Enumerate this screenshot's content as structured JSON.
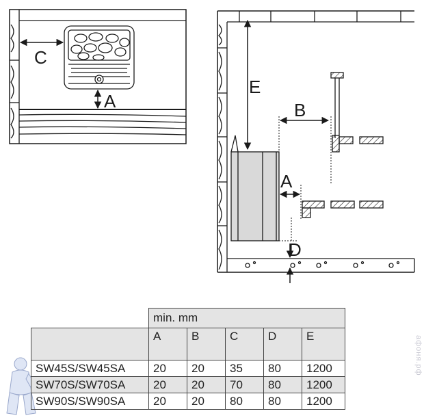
{
  "diagram": {
    "labels": {
      "A": "A",
      "B": "B",
      "C": "C",
      "D": "D",
      "E": "E"
    }
  },
  "table": {
    "unit_header": "min. mm",
    "columns": [
      "A",
      "B",
      "C",
      "D",
      "E"
    ],
    "rows": [
      {
        "model": "SW45S/SW45SA",
        "values": [
          "20",
          "20",
          "35",
          "80",
          "1200"
        ],
        "shaded": false
      },
      {
        "model": "SW70S/SW70SA",
        "values": [
          "20",
          "20",
          "70",
          "80",
          "1200"
        ],
        "shaded": true
      },
      {
        "model": "SW90S/SW90SA",
        "values": [
          "20",
          "20",
          "80",
          "80",
          "1200"
        ],
        "shaded": false
      }
    ]
  },
  "watermark": "афоня.рф",
  "colors": {
    "line": "#1a1a1a",
    "shade": "#e4e4e4",
    "heater": "#d9d9d9"
  }
}
